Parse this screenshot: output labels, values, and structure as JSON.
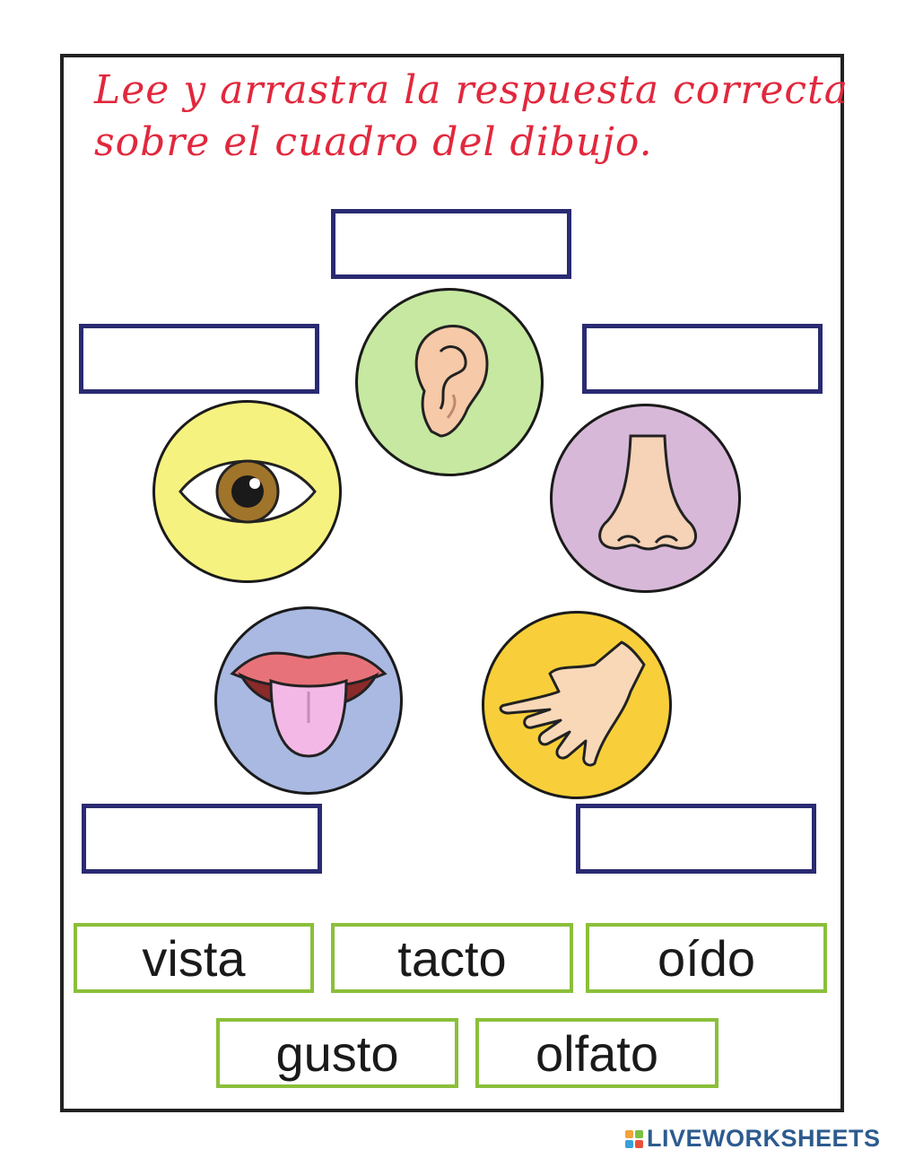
{
  "worksheet": {
    "instruction_line1": "Lee y arrastra la respuesta correcta",
    "instruction_line2": "sobre el cuadro del dibujo.",
    "accent_color": "#e1283d",
    "drop_box_color": "#2a2a72",
    "word_box_color": "#8bbf3a"
  },
  "pictures": [
    {
      "name": "ear-icon",
      "color": "#c6e8a0"
    },
    {
      "name": "eye-icon",
      "color": "#f6f27f"
    },
    {
      "name": "nose-icon",
      "color": "#d8b8d8"
    },
    {
      "name": "tongue-icon",
      "color": "#a9b9e2"
    },
    {
      "name": "hand-icon",
      "color": "#f8cf3a"
    }
  ],
  "words": [
    "vista",
    "tacto",
    "oído",
    "gusto",
    "olfato"
  ],
  "brand": {
    "name": "LIVEWORKSHEETS"
  }
}
